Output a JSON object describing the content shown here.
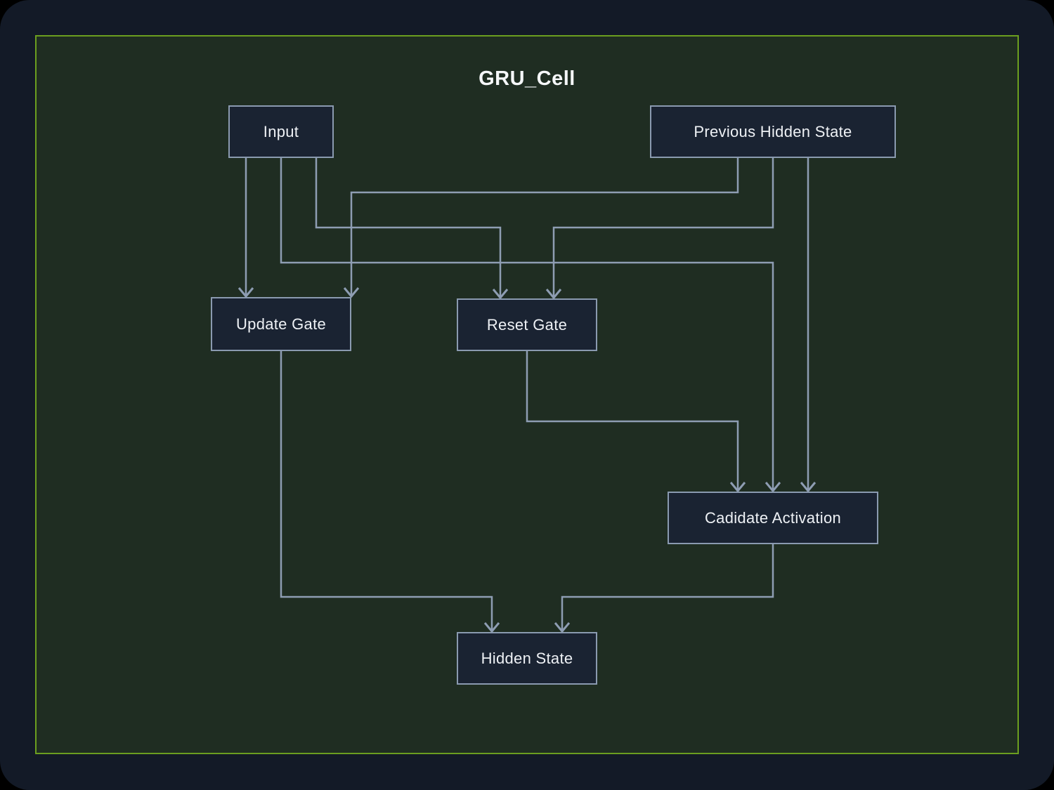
{
  "title": "GRU_Cell",
  "colors": {
    "page_background": "#000000",
    "canvas_background": "#131a27",
    "panel_background": "#1f2d22",
    "panel_border": "#6b9e1f",
    "node_fill": "#1a2332",
    "node_border": "#8a9ab0",
    "edge": "#8e9db3",
    "title_text": "#f5f7f9",
    "node_text": "#eef1f5"
  },
  "nodes": [
    {
      "id": "input",
      "label": "Input"
    },
    {
      "id": "previous_hidden_state",
      "label": "Previous Hidden State"
    },
    {
      "id": "update_gate",
      "label": "Update Gate"
    },
    {
      "id": "reset_gate",
      "label": "Reset Gate"
    },
    {
      "id": "candidate_activation",
      "label": "Cadidate Activation"
    },
    {
      "id": "hidden_state",
      "label": "Hidden State"
    }
  ],
  "edges": [
    {
      "from": "input",
      "to": "update_gate"
    },
    {
      "from": "input",
      "to": "reset_gate"
    },
    {
      "from": "input",
      "to": "candidate_activation"
    },
    {
      "from": "previous_hidden_state",
      "to": "update_gate"
    },
    {
      "from": "previous_hidden_state",
      "to": "reset_gate"
    },
    {
      "from": "previous_hidden_state",
      "to": "candidate_activation"
    },
    {
      "from": "reset_gate",
      "to": "candidate_activation"
    },
    {
      "from": "update_gate",
      "to": "hidden_state"
    },
    {
      "from": "candidate_activation",
      "to": "hidden_state"
    }
  ]
}
